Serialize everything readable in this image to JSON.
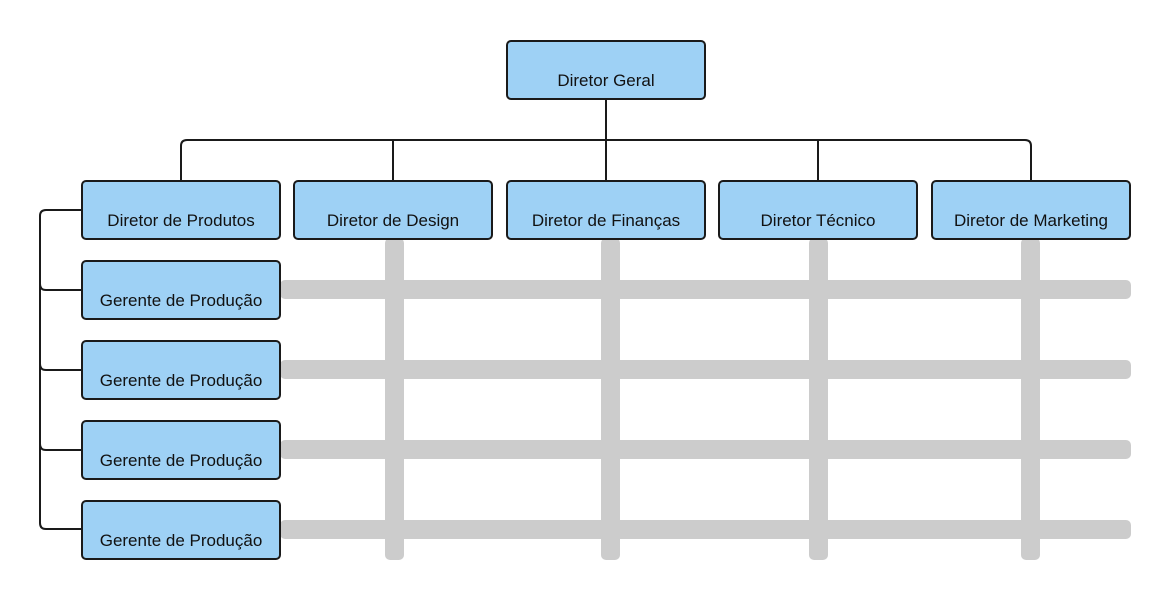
{
  "colors": {
    "box_fill": "#9ed1f5",
    "box_border": "#1a1a1a",
    "connector": "#1a1a1a",
    "lane": "#cccccc",
    "background": "#ffffff"
  },
  "org_chart": {
    "root": {
      "label": "Diretor Geral"
    },
    "directors": [
      {
        "label": "Diretor de Produtos"
      },
      {
        "label": "Diretor de Design"
      },
      {
        "label": "Diretor de Finanças"
      },
      {
        "label": "Diretor Técnico"
      },
      {
        "label": "Diretor de Marketing"
      }
    ],
    "managers": [
      {
        "label": "Gerente de Produção"
      },
      {
        "label": "Gerente de Produção"
      },
      {
        "label": "Gerente de Produção"
      },
      {
        "label": "Gerente de Produção"
      }
    ]
  }
}
